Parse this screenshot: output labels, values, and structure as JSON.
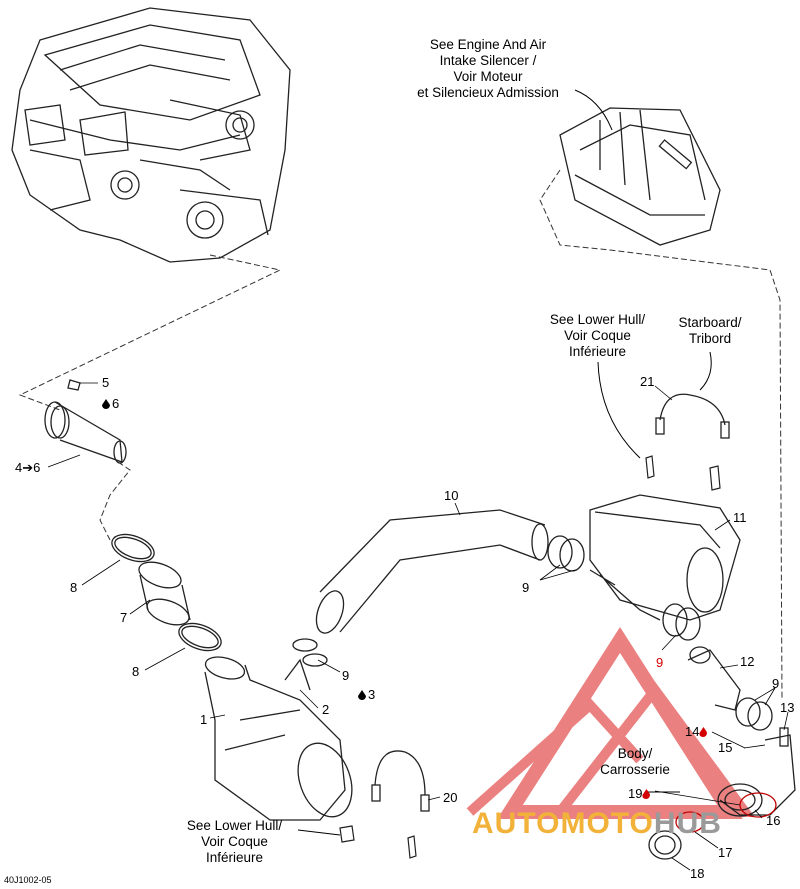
{
  "notes": {
    "engine_air": [
      "See Engine And Air",
      "Intake Silencer /",
      "Voir Moteur",
      "et Silencieux Admission"
    ],
    "lower_hull_top": [
      "See Lower Hull/",
      "Voir Coque",
      "Inférieure"
    ],
    "starboard": [
      "Starboard/",
      "Tribord"
    ],
    "lower_hull_bottom": [
      "See Lower Hull/",
      "Voir Coque",
      "Inférieure"
    ],
    "body": [
      "Body/",
      "Carrosserie"
    ]
  },
  "callouts": {
    "c5": "5",
    "c6": "6",
    "c4to6": "4➔6",
    "c8a": "8",
    "c7": "7",
    "c8b": "8",
    "c1": "1",
    "c2": "2",
    "c3": "3",
    "c9a": "9",
    "c10": "10",
    "c9b": "9",
    "c11": "11",
    "c9c": "9",
    "c12": "12",
    "c9d": "9",
    "c13": "13",
    "c14": "14",
    "c15": "15",
    "c16": "16",
    "c17": "17",
    "c18": "18",
    "c19": "19",
    "c20": "20",
    "c21": "21"
  },
  "drawing_code": "40J1002-05",
  "watermark": {
    "part_a": "AUTOMOTO",
    "part_b": "HUB",
    "color_a": "#f2b23a",
    "color_b": "#9a9a9a",
    "logo_color": "#e03030"
  }
}
